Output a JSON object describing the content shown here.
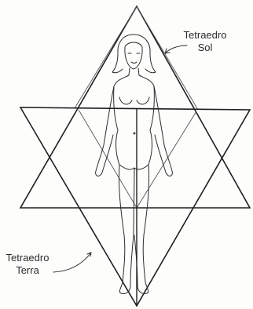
{
  "labels": {
    "sun": {
      "line1": "Tetraedro",
      "line2": "Sol"
    },
    "earth": {
      "line1": "Tetraedro",
      "line2": "Terra"
    }
  },
  "colors": {
    "ink": "#1f1f1f",
    "paper": "#fdfdfc"
  }
}
